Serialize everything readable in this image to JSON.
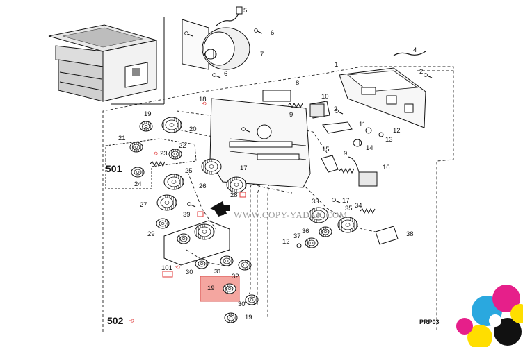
{
  "diagram": {
    "parts": [
      {
        "id": "p1",
        "label": "1"
      },
      {
        "id": "p2a",
        "label": "2"
      },
      {
        "id": "p2b",
        "label": "2"
      },
      {
        "id": "p4",
        "label": "4"
      },
      {
        "id": "p5",
        "label": "5"
      },
      {
        "id": "p6a",
        "label": "6"
      },
      {
        "id": "p6b",
        "label": "6"
      },
      {
        "id": "p7",
        "label": "7"
      },
      {
        "id": "p8",
        "label": "8"
      },
      {
        "id": "p9a",
        "label": "9"
      },
      {
        "id": "p9b",
        "label": "9"
      },
      {
        "id": "p10",
        "label": "10"
      },
      {
        "id": "p11",
        "label": "11"
      },
      {
        "id": "p12a",
        "label": "12"
      },
      {
        "id": "p12b",
        "label": "12"
      },
      {
        "id": "p13",
        "label": "13"
      },
      {
        "id": "p14",
        "label": "14"
      },
      {
        "id": "p15",
        "label": "15"
      },
      {
        "id": "p16",
        "label": "16"
      },
      {
        "id": "p17a",
        "label": "17"
      },
      {
        "id": "p17b",
        "label": "17"
      },
      {
        "id": "p18",
        "label": "18"
      },
      {
        "id": "p19a",
        "label": "19"
      },
      {
        "id": "p19b",
        "label": "19"
      },
      {
        "id": "p19c",
        "label": "19"
      },
      {
        "id": "p20",
        "label": "20"
      },
      {
        "id": "p21",
        "label": "21"
      },
      {
        "id": "p22",
        "label": "22"
      },
      {
        "id": "p23",
        "label": "23"
      },
      {
        "id": "p24",
        "label": "24"
      },
      {
        "id": "p25",
        "label": "25"
      },
      {
        "id": "p26",
        "label": "26"
      },
      {
        "id": "p27",
        "label": "27"
      },
      {
        "id": "p28",
        "label": "28"
      },
      {
        "id": "p29",
        "label": "29"
      },
      {
        "id": "p30a",
        "label": "30"
      },
      {
        "id": "p30b",
        "label": "30"
      },
      {
        "id": "p31",
        "label": "31"
      },
      {
        "id": "p32",
        "label": "32"
      },
      {
        "id": "p33",
        "label": "33"
      },
      {
        "id": "p34",
        "label": "34"
      },
      {
        "id": "p35",
        "label": "35"
      },
      {
        "id": "p36",
        "label": "36"
      },
      {
        "id": "p37",
        "label": "37"
      },
      {
        "id": "p38",
        "label": "38"
      },
      {
        "id": "p39",
        "label": "39"
      },
      {
        "id": "p101",
        "label": "101"
      }
    ],
    "groups": {
      "g501": "501",
      "g502": "502"
    },
    "code": "PRP03",
    "watermark": "WWW.COPY-YADAK.COM",
    "highlight_color": "#f4a6a0",
    "mark_color": "#e03a3a"
  }
}
